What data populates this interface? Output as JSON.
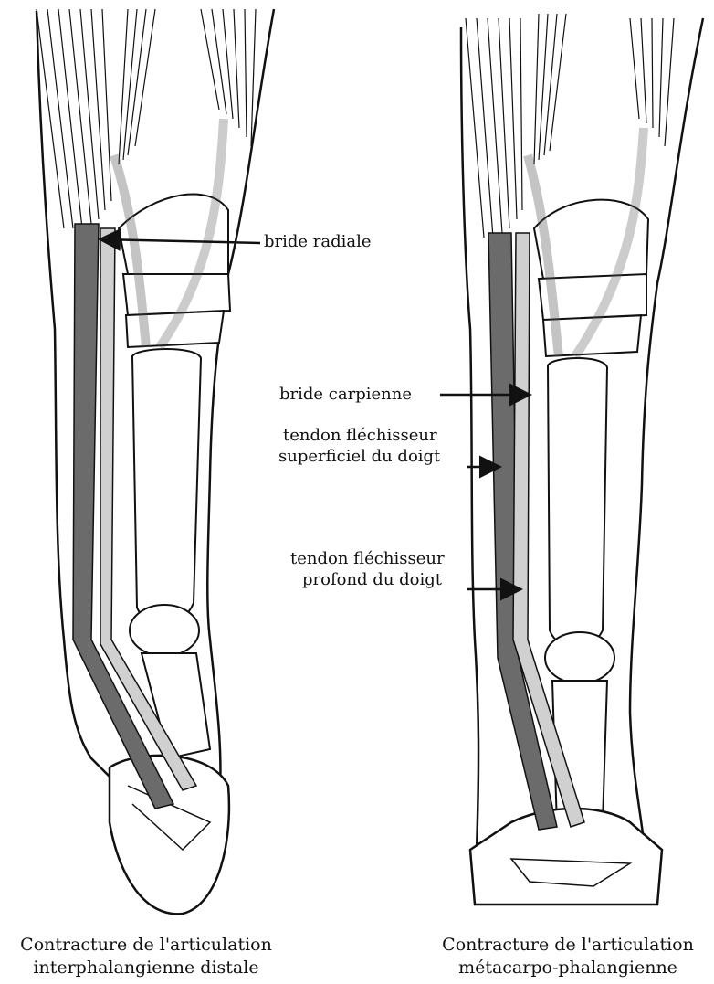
{
  "labels": {
    "bride_radiale": "bride radiale",
    "bride_carpienne": "bride carpienne",
    "tfs_line1": "tendon fléchisseur",
    "tfs_line2": "superficiel du doigt",
    "tfp_line1": "tendon fléchisseur",
    "tfp_line2": "profond du doigt"
  },
  "captions": {
    "left_line1": "Contracture de l'articulation",
    "left_line2": "interphalangienne distale",
    "right_line1": "Contracture de l'articulation",
    "right_line2": "métacarpo-phalangienne"
  },
  "colors": {
    "ink": "#111111",
    "tendon_dark": "#6b6b6b",
    "tendon_light": "#d0d0d0",
    "bone": "#ffffff"
  }
}
